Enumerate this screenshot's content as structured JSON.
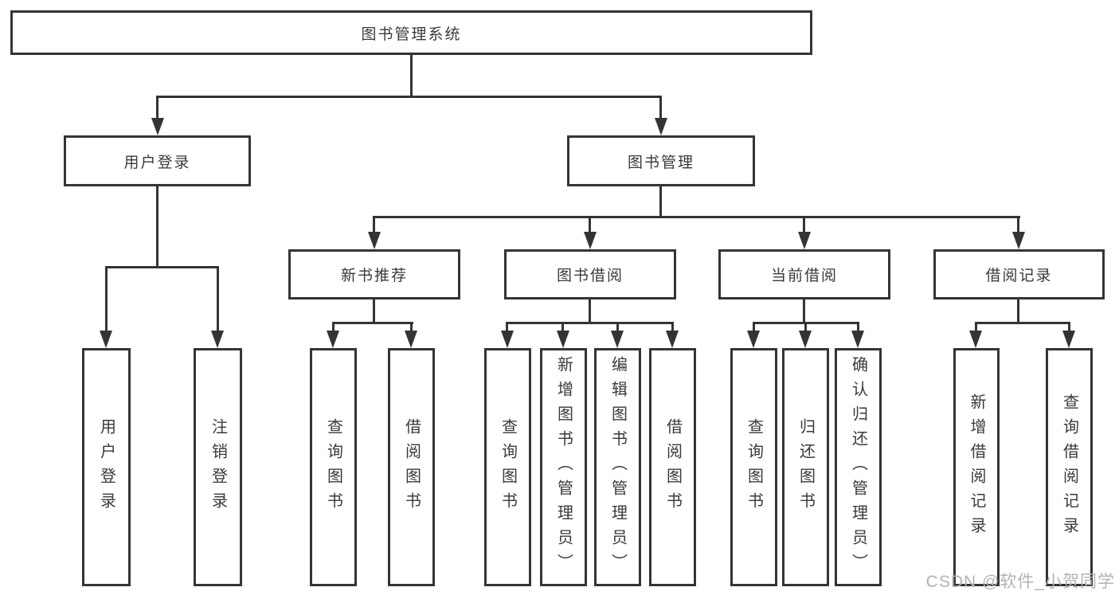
{
  "colors": {
    "line": "#343434",
    "box_border": "#343434",
    "box_fill": "#ffffff",
    "text": "#3a3a3a",
    "watermark": "#b3b3b3"
  },
  "watermark": {
    "text": "CSDN @软件_小贺同学"
  },
  "diagram": {
    "type": "hierarchy-tree",
    "nodes": {
      "root": "图书管理系统",
      "user_login": "用户登录",
      "book_management": "图书管理",
      "new_book_recommend": "新书推荐",
      "book_borrowing": "图书借阅",
      "current_borrowing": "当前借阅",
      "borrowing_records": "借阅记录",
      "user_login_leaf": "用户登录",
      "logout_leaf": "注销登录",
      "query_books_recommend": "查询图书",
      "borrow_books_recommend": "借阅图书",
      "query_books_borrowing": "查询图书",
      "add_books_admin": "新增图书（管理员）",
      "edit_books_admin": "编辑图书（管理员）",
      "borrow_books_borrowing": "借阅图书",
      "query_books_current": "查询图书",
      "return_books": "归还图书",
      "confirm_return_admin": "确认归还（管理员）",
      "add_borrow_record": "新增借阅记录",
      "query_borrow_record": "查询借阅记录"
    },
    "edges": [
      [
        "root",
        "user_login"
      ],
      [
        "root",
        "book_management"
      ],
      [
        "user_login",
        "user_login_leaf"
      ],
      [
        "user_login",
        "logout_leaf"
      ],
      [
        "book_management",
        "new_book_recommend"
      ],
      [
        "book_management",
        "book_borrowing"
      ],
      [
        "book_management",
        "current_borrowing"
      ],
      [
        "book_management",
        "borrowing_records"
      ],
      [
        "new_book_recommend",
        "query_books_recommend"
      ],
      [
        "new_book_recommend",
        "borrow_books_recommend"
      ],
      [
        "book_borrowing",
        "query_books_borrowing"
      ],
      [
        "book_borrowing",
        "add_books_admin"
      ],
      [
        "book_borrowing",
        "edit_books_admin"
      ],
      [
        "book_borrowing",
        "borrow_books_borrowing"
      ],
      [
        "current_borrowing",
        "query_books_current"
      ],
      [
        "current_borrowing",
        "return_books"
      ],
      [
        "current_borrowing",
        "confirm_return_admin"
      ],
      [
        "borrowing_records",
        "add_borrow_record"
      ],
      [
        "borrowing_records",
        "query_borrow_record"
      ]
    ]
  }
}
